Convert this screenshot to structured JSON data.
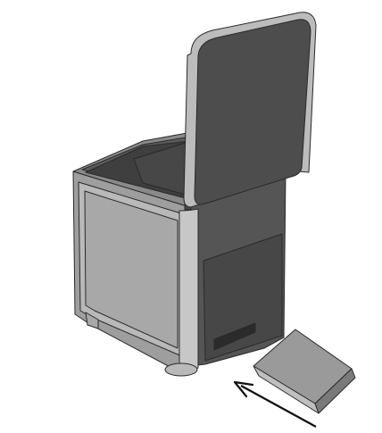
{
  "figure": {
    "subject": "lidded-bin-with-removable-base-block",
    "parts": [
      "bin-body",
      "open-lid",
      "interior-opening",
      "front-recessed-panel",
      "side-vent-slot",
      "feet",
      "separate-block",
      "insertion-arrow"
    ]
  },
  "colors": {
    "background": "#ffffff",
    "outline": "#2a2a2a",
    "body_front": "#9e9e9e",
    "body_front_panel": "#a8a8a8",
    "body_front_frame": "#b9b9b9",
    "body_side": "#555555",
    "body_side_dark": "#474747",
    "corner_highlight": "#c7c7c7",
    "rim_top": "#8a8a8a",
    "interior_back": "#5c5c5c",
    "interior_floor": "#3f3f3f",
    "lid_face": "#4d4d4d",
    "lid_edge": "#bcbcbc",
    "vent": "#2b2b2b",
    "block_top": "#9a9a9a",
    "block_front": "#bfbfbf",
    "block_side": "#7a7a7a",
    "arrow": "#111111"
  },
  "icons": {
    "arrow": "arrow-up-left-icon"
  }
}
